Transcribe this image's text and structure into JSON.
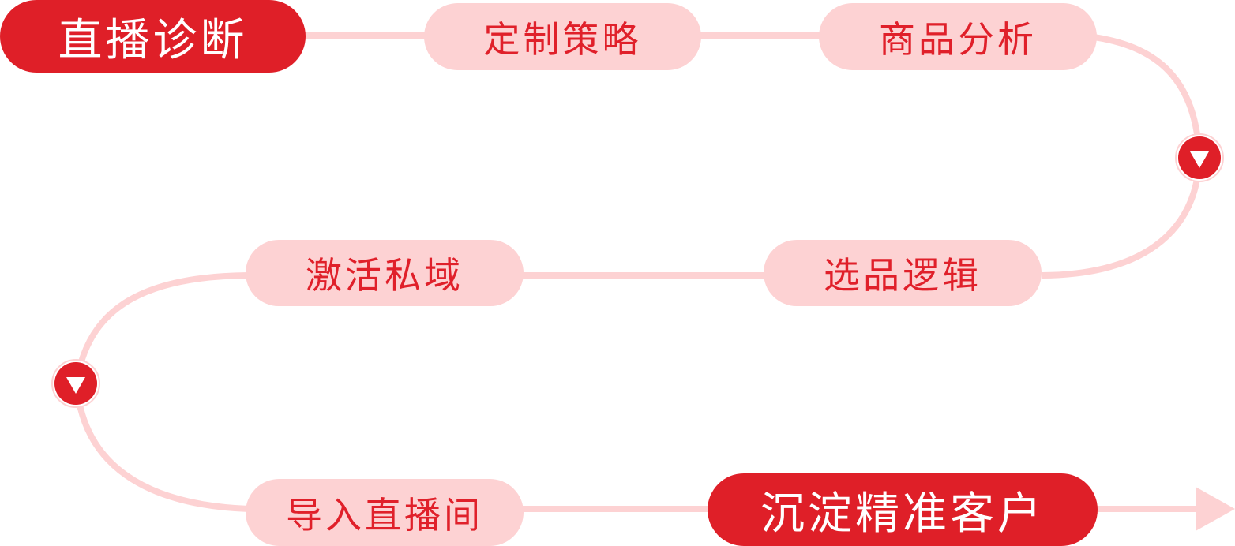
{
  "colors": {
    "accent": "#df1f28",
    "light_fill": "#fdd2d3",
    "light_text": "#e0202a",
    "dark_text": "#ffffff",
    "connector": "#fdd2d3"
  },
  "steps": [
    {
      "label": "直播诊断",
      "style": "dark"
    },
    {
      "label": "定制策略",
      "style": "light"
    },
    {
      "label": "商品分析",
      "style": "light"
    },
    {
      "label": "选品逻辑",
      "style": "light"
    },
    {
      "label": "激活私域",
      "style": "light"
    },
    {
      "label": "导入直播间",
      "style": "light"
    },
    {
      "label": "沉淀精准客户",
      "style": "dark"
    }
  ],
  "icons": {
    "turn_marker": "triangle-down-icon",
    "end_arrow": "arrow-right-icon"
  }
}
